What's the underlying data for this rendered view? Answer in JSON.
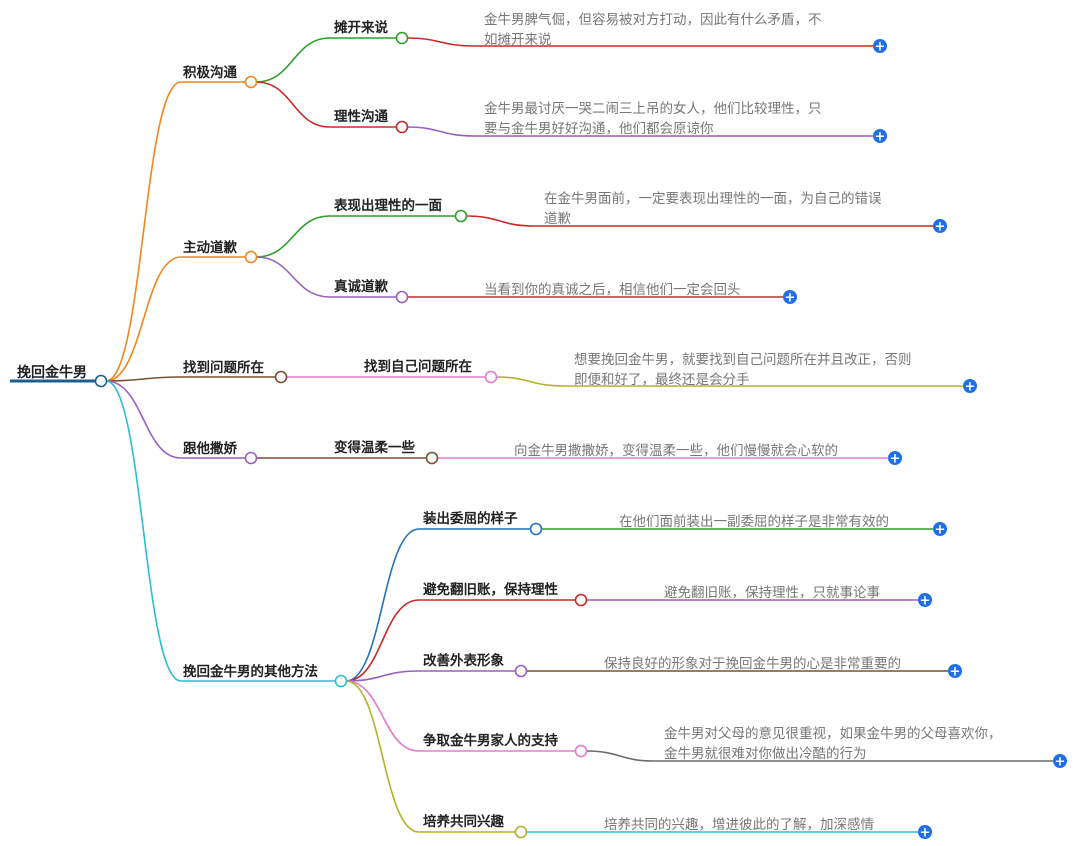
{
  "root": {
    "label": "挽回金牛男"
  },
  "colors": {
    "root": "#1f5d8c",
    "orange": "#f0861f",
    "green": "#2aa02a",
    "red": "#c82a2a",
    "purple": "#9a5fc0",
    "brown": "#7a4f33",
    "pink": "#e57bc8",
    "olive": "#b3b32a",
    "cyan": "#2bbed3",
    "blue": "#2372b5",
    "gray": "#6b6b6b",
    "expand": "#1e6fe8"
  },
  "branches": [
    {
      "label": "积极沟通",
      "color": "orange",
      "children": [
        {
          "label": "摊开来说",
          "color": "green",
          "note_color": "red",
          "note": [
            "金牛男脾气倔，但容易被对方打动，因此有什么矛盾，不",
            "如摊开来说"
          ]
        },
        {
          "label": "理性沟通",
          "color": "red",
          "note_color": "purple",
          "note": [
            "金牛男最讨厌一哭二闹三上吊的女人，他们比较理性，只",
            "要与金牛男好好沟通，他们都会原谅你"
          ]
        }
      ]
    },
    {
      "label": "主动道歉",
      "color": "orange",
      "children": [
        {
          "label": "表现出理性的一面",
          "color": "green",
          "note_color": "red",
          "note": [
            "在金牛男面前，一定要表现出理性的一面，为自己的错误",
            "道歉"
          ]
        },
        {
          "label": "真诚道歉",
          "color": "purple",
          "note_color": "red",
          "note": [
            "当看到你的真诚之后，相信他们一定会回头"
          ]
        }
      ]
    },
    {
      "label": "找到问题所在",
      "color": "brown",
      "children": [
        {
          "label": "找到自己问题所在",
          "color": "pink",
          "note_color": "olive",
          "note": [
            "想要挽回金牛男，就要找到自己问题所在并且改正，否则",
            "即便和好了，最终还是会分手"
          ]
        }
      ]
    },
    {
      "label": "跟他撒娇",
      "color": "purple",
      "children": [
        {
          "label": "变得温柔一些",
          "color": "brown",
          "note_color": "pink",
          "note": [
            "向金牛男撒撒娇，变得温柔一些，他们慢慢就会心软的"
          ]
        }
      ]
    },
    {
      "label": "挽回金牛男的其他方法",
      "color": "cyan",
      "children": [
        {
          "label": "装出委屈的样子",
          "color": "blue",
          "note_color": "green",
          "note": [
            "在他们面前装出一副委屈的样子是非常有效的"
          ]
        },
        {
          "label": "避免翻旧账，保持理性",
          "color": "red",
          "note_color": "purple",
          "note": [
            "避免翻旧账，保持理性，只就事论事"
          ]
        },
        {
          "label": "改善外表形象",
          "color": "purple",
          "note_color": "brown",
          "note": [
            "保持良好的形象对于挽回金牛男的心是非常重要的"
          ]
        },
        {
          "label": "争取金牛男家人的支持",
          "color": "pink",
          "note_color": "gray",
          "note": [
            "金牛男对父母的意见很重视，如果金牛男的父母喜欢你，",
            "金牛男就很难对你做出冷酷的行为"
          ]
        },
        {
          "label": "培养共同兴趣",
          "color": "olive",
          "note_color": "cyan",
          "note": [
            "培养共同的兴趣，增进彼此的了解，加深感情"
          ]
        }
      ]
    }
  ],
  "expand_symbol": "+"
}
